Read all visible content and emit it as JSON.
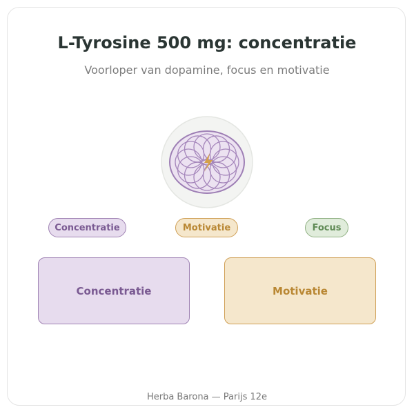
{
  "title": "L-Tyrosine 500 mg: concentratie",
  "subtitle": "Voorloper van dopamine, focus en motivatie",
  "emblem": {
    "icon": "flower-of-life-lightning-icon",
    "ring_color": "#9e7fb5",
    "bolt_color": "#d4a04a"
  },
  "pills": [
    {
      "label": "Concentratie",
      "color": "#9f82b3"
    },
    {
      "label": "Motivatie",
      "color": "#cf9f55"
    },
    {
      "label": "Focus",
      "color": "#8fb082"
    }
  ],
  "boxes": [
    {
      "label": "Concentratie",
      "color": "#9f82b3"
    },
    {
      "label": "Motivatie",
      "color": "#cf9f55"
    }
  ],
  "footer": "Herba Barona — Parijs 12e"
}
